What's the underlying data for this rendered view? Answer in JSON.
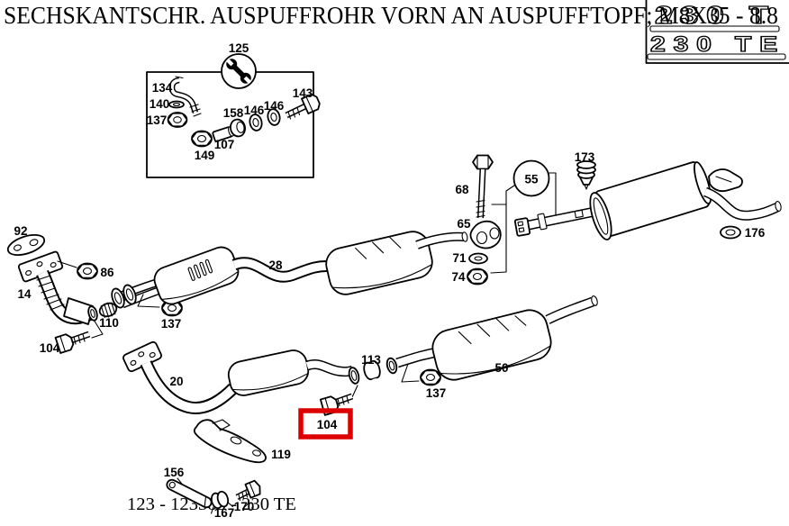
{
  "title": "SECHSKANTSCHR. AUSPUFFROHR VORN AN AUSPUFFTOPF; M8X35 - 8.8",
  "model_badges": {
    "top": "230 T",
    "bottom": "230 TE"
  },
  "footer_code": "123 - 123385 - 230 TE",
  "highlight": {
    "part": "104",
    "color": "#dd0000"
  },
  "inset": {
    "tool_icon": "wrench-icon",
    "parts": {
      "p125": "125",
      "p134": "134",
      "p140": "140",
      "p137": "137",
      "p158": "158",
      "p146a": "146",
      "p146b": "146",
      "p143": "143",
      "p107": "107",
      "p149": "149"
    }
  },
  "diagram": {
    "parts": {
      "p92": "92",
      "p14": "14",
      "p86": "86",
      "p110": "110",
      "p137a": "137",
      "p104a": "104",
      "p28": "28",
      "p68": "68",
      "p65": "65",
      "p71": "71",
      "p74": "74",
      "p55": "55",
      "p173": "173",
      "p176": "176",
      "p20": "20",
      "p113": "113",
      "p137b": "137",
      "p104b": "104",
      "p50": "50",
      "p119": "119",
      "p156": "156",
      "p167": "167",
      "p170": "170"
    }
  }
}
